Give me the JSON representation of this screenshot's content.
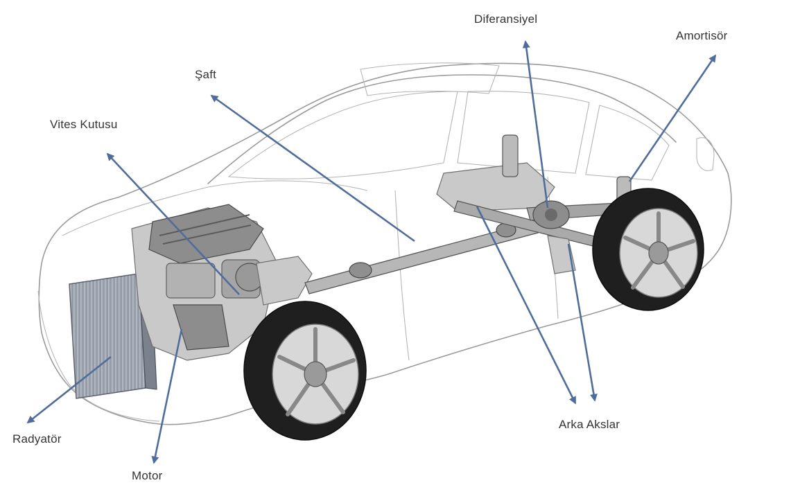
{
  "labels": {
    "diferansiyel": "Diferansiyel",
    "amortisor": "Amortisör",
    "saft": "Şaft",
    "vites_kutusu": "Vites Kutusu",
    "radyator": "Radyatör",
    "motor": "Motor",
    "arka_akslar": "Arka Akslar"
  },
  "colors": {
    "arrow": "#4f6d9a",
    "text": "#333333",
    "outline": "#9a9a9a"
  }
}
